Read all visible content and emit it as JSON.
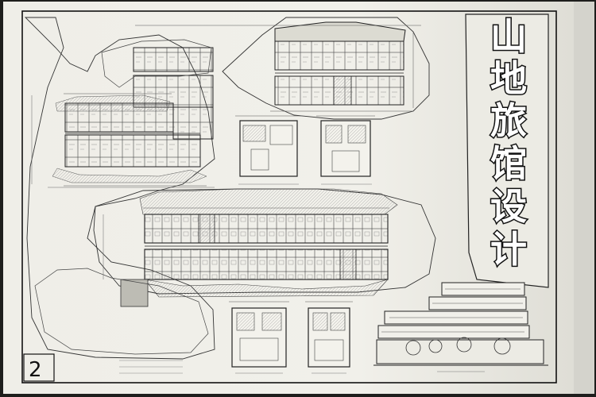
{
  "title_chars": [
    "山",
    "地",
    "旅",
    "馆",
    "设",
    "计"
  ],
  "sheet_number": "2"
}
